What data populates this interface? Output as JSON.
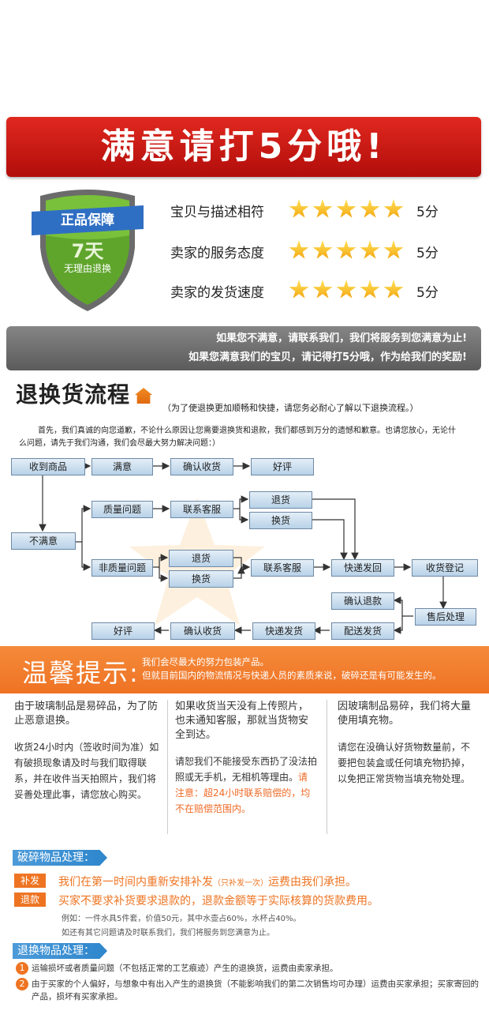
{
  "banner": {
    "title": "满意请打5分哦!"
  },
  "shield": {
    "ribbon": "正品保障",
    "days": "7天",
    "sub": "无理由退换"
  },
  "ratings": [
    {
      "label": "宝贝与描述相符",
      "stars": 5,
      "score": "5分"
    },
    {
      "label": "卖家的服务态度",
      "stars": 5,
      "score": "5分"
    },
    {
      "label": "卖家的发货速度",
      "stars": 5,
      "score": "5分"
    }
  ],
  "notice": {
    "line1": "如果您不满意，请联系我们，我们将服务到您满意为止!",
    "line2": "如果您满意我们的宝贝，请记得打5分哦，作为给我们的奖励!"
  },
  "process": {
    "title": "退换货流程",
    "note": "（为了使退换更加顺畅和快捷，请您务必耐心了解以下退换流程。）",
    "intro": "首先，我们真诚的向您道歉，不论什么原因让您需要退换货和退款，我们都感到万分的遗憾和歉意。也请您放心，无论什么问题，请先于我们沟通，我们会尽最大努力解决问题：）"
  },
  "flow": {
    "received": "收到商品",
    "satisfied": "满意",
    "confirm_receipt": "确认收货",
    "good_review": "好评",
    "unsatisfied": "不满意",
    "quality_issue": "质量问题",
    "contact_cs": "联系客服",
    "return": "退货",
    "exchange": "换货",
    "non_quality": "非质量问题",
    "return2": "退货",
    "exchange2": "换货",
    "contact_cs2": "联系客服",
    "ship_back": "快递发回",
    "receipt_log": "收货登记",
    "confirm_refund": "确认退款",
    "after_sales": "售后处理",
    "deliver": "配送发货",
    "express": "快递发货",
    "confirm_receipt2": "确认收货",
    "good_review2": "好评"
  },
  "warm": {
    "title": "温馨提示:",
    "line1": "我们会尽最大的努力包装产品。",
    "line2": "但就目前国内的物流情况与快递人员的素质来说，破碎还是有可能发生的。"
  },
  "columns": [
    {
      "title": "由于玻璃制品是易碎品，为了防止恶意退换。",
      "body": "收货24小时内（签收时间为准）如有破损现象请及时与我们取得联系，并在收件当天拍照片，我们将妥善处理此事，请您放心购买。",
      "red": ""
    },
    {
      "title": "如果收货当天没有上传照片，也未通知客服，那就当货物安全到达。",
      "body": "请恕我们不能接受东西扔了没法拍照或无手机，无相机等理由。",
      "red": "请注意：超24小时联系赔偿的，均不在赔偿范围内。"
    },
    {
      "title": "因玻璃制品易碎，我们将大量使用填充物。",
      "body": "请您在没确认好货物数量前，不要把包装盒或任何填充物扔掉，以免把正常货物当填充物处理。",
      "red": ""
    }
  ],
  "broken": {
    "header": "破碎物品处理：",
    "tag1": "补发",
    "line1a": "我们在第一时间内重新安排补发",
    "line1b": "（只补发一次）",
    "line1c": "运费由我们承担。",
    "tag2": "退款",
    "line2": "买家不要求补货要求退款的，退款金额等于实际核算的货款费用。",
    "example": "例如：一件水具5件套，价值50元，其中水壶占60%，水杯占40%。",
    "other": "如还有其它问题请及时联系我们，我们将服务到您满意为止。"
  },
  "returns": {
    "header": "退换物品处理：",
    "items": [
      {
        "num": "1",
        "text": "运输损坏或者质量问题（不包括正常的工艺痕迹）产生的退换货，运费由卖家承担。"
      },
      {
        "num": "2",
        "text": "由于买家的个人偏好，与想象中有出入产生的退换货（不能影响我们的第二次销售均可办理）运费由买家承担；买家寄回的产品，损坏有买家承担。"
      }
    ]
  }
}
